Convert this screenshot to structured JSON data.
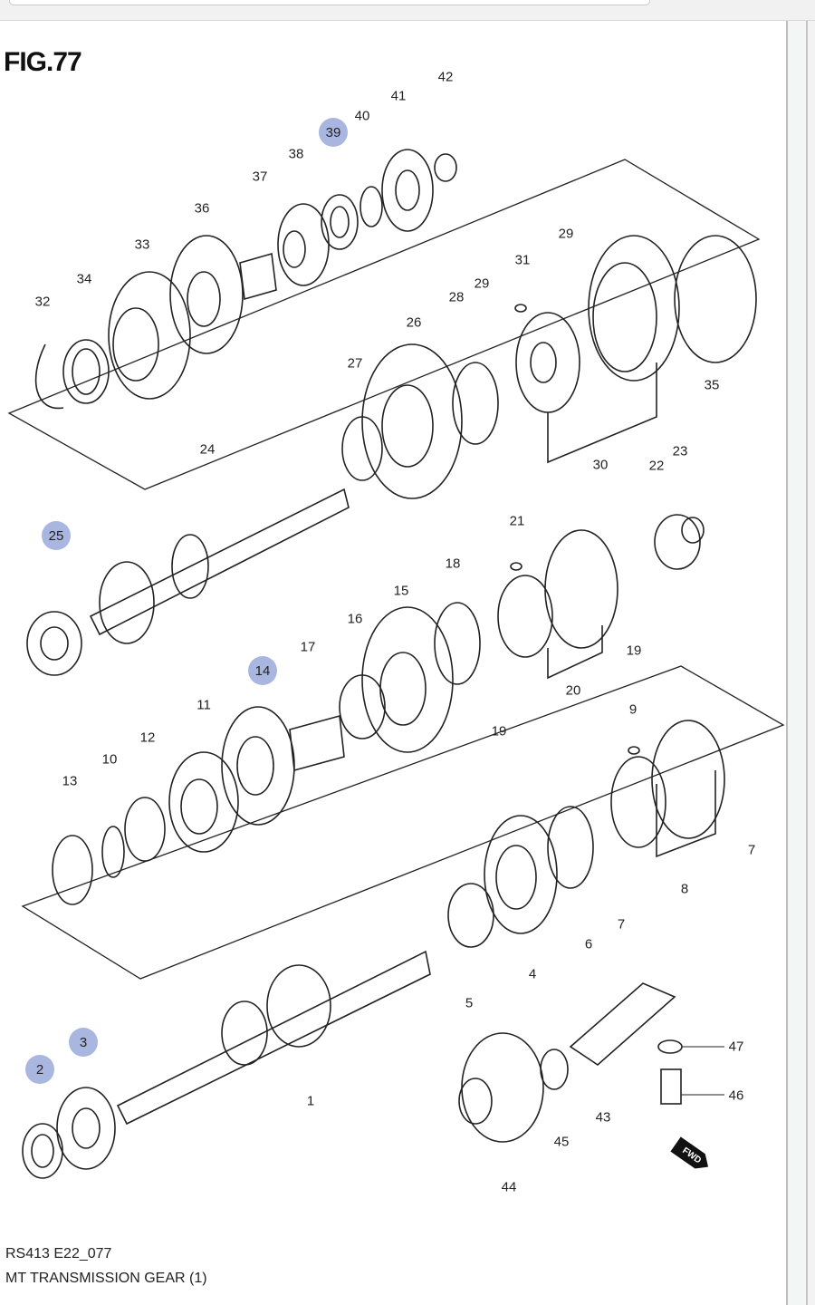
{
  "figure_title": "FIG.77",
  "caption": {
    "code": "RS413 E22_077",
    "title": "MT TRANSMISSION GEAR (1)"
  },
  "fwd_label": "FWD",
  "highlight_color": "#a9b6e0",
  "parts": {
    "p42": "42",
    "p41": "41",
    "p40": "40",
    "p39": "39",
    "p38": "38",
    "p37": "37",
    "p36": "36",
    "p33": "33",
    "p34": "34",
    "p32": "32",
    "p31": "31",
    "p29a": "29",
    "p29b": "29",
    "p28": "28",
    "p26": "26",
    "p27": "27",
    "p35": "35",
    "p30": "30",
    "p24": "24",
    "p22": "22",
    "p23": "23",
    "p21": "21",
    "p25": "25",
    "p18": "18",
    "p15": "15",
    "p16": "16",
    "p17": "17",
    "p14": "14",
    "p19a": "19",
    "p20": "20",
    "p19b": "19",
    "p11": "11",
    "p12": "12",
    "p10": "10",
    "p13": "13",
    "p9": "9",
    "p7a": "7",
    "p8": "8",
    "p7b": "7",
    "p6": "6",
    "p4": "4",
    "p5": "5",
    "p1": "1",
    "p3": "3",
    "p2": "2",
    "p47": "47",
    "p46": "46",
    "p43": "43",
    "p45": "45",
    "p44": "44"
  }
}
